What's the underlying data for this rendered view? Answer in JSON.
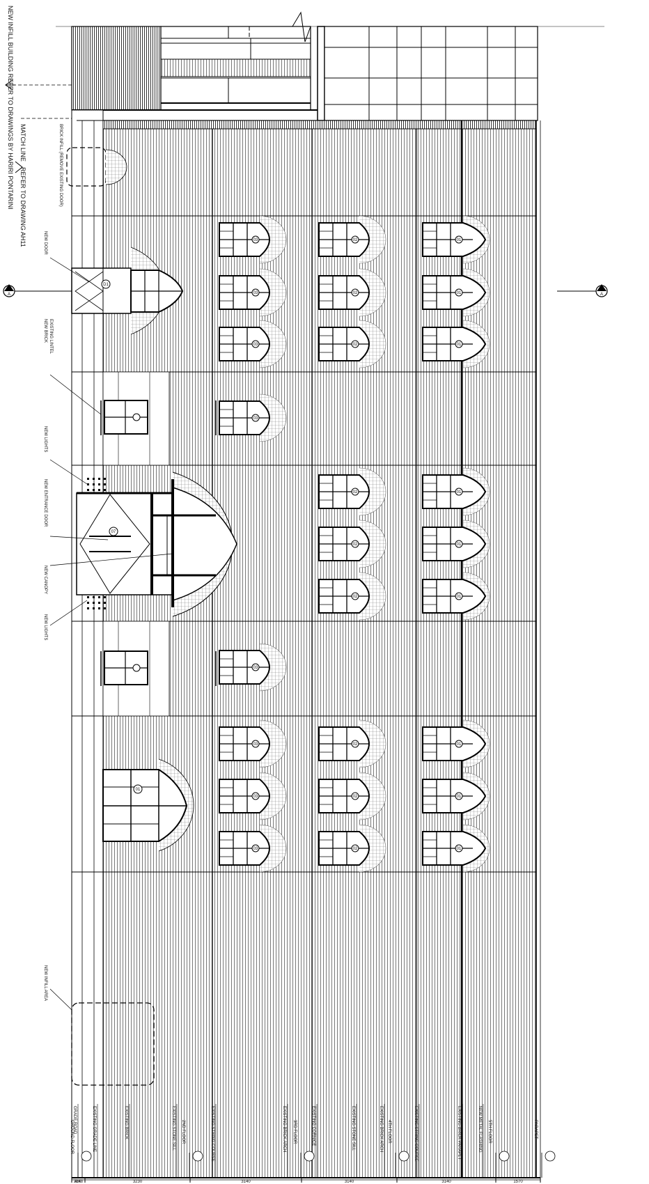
{
  "sheet": {
    "infill_note": "NEW INFILL BUILDING REFER TO DRAWINGS BY HARIRI PONTARINI",
    "match_line": "MATCH LINE",
    "refer_note": "REFER TO DRAWING AH11",
    "section_marker_left": "A",
    "section_marker_right": "A"
  },
  "window_tags": {
    "upper": "03",
    "middle": "02",
    "ground": "01",
    "door": "D1",
    "entry": "07"
  },
  "notes": {
    "top_left_note": "BRICK INFILL (REMOVE EXISTING DOOR)",
    "bottom_left_note": "NEW INFILL AREA",
    "door_note": "NEW DOOR",
    "ne_top": "NEW BRICK",
    "ne_mid": "EXISTING LINTEL",
    "entry_note_1": "NEW LIGHTS",
    "entry_note_2": "NEW ENTRANCE DOOR",
    "entry_note_3": "NEW CANOPY",
    "entry_note_4": "NEW LIGHTS"
  },
  "bottom_notes": [
    "GRADE ROAD",
    "EXISTING GRADE LINE",
    "EXISTING BRICK",
    "EXISTING STONE SILL",
    "EXISTING STRING COURSE",
    "EXISTING BRICK ARCH",
    "EXISTING CORNICE",
    "EXISTING STONE SILL",
    "EXISTING BRICK ARCH",
    "EXISTING STRING COURSE",
    "EXISTING BRICK PARAPET",
    "NEW METAL FLASHING"
  ],
  "levels": [
    "GROUND FLOOR",
    "2ND FLOOR",
    "3RD FLOOR",
    "4TH FLOOR",
    "5TH FLOOR",
    "PARAPET"
  ],
  "dimensions": [
    "460",
    "3140",
    "3230",
    "3140",
    "3140",
    "3140",
    "1570"
  ]
}
